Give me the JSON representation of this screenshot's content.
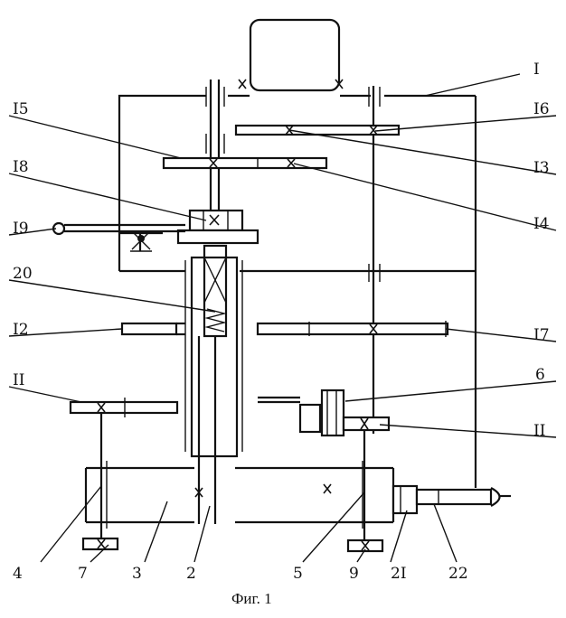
{
  "caption": "Фиг. 1",
  "labels": {
    "l1": "I",
    "l2": "2",
    "l3": "3",
    "l4": "4",
    "l5": "5",
    "l6": "6",
    "l7": "7",
    "l9": "9",
    "l11a": "II",
    "l11b": "II",
    "l12": "I2",
    "l13": "I3",
    "l14": "I4",
    "l15": "I5",
    "l16": "I6",
    "l17": "I7",
    "l18": "I8",
    "l19": "I9",
    "l20": "20",
    "l21": "2I",
    "l22": "22"
  }
}
